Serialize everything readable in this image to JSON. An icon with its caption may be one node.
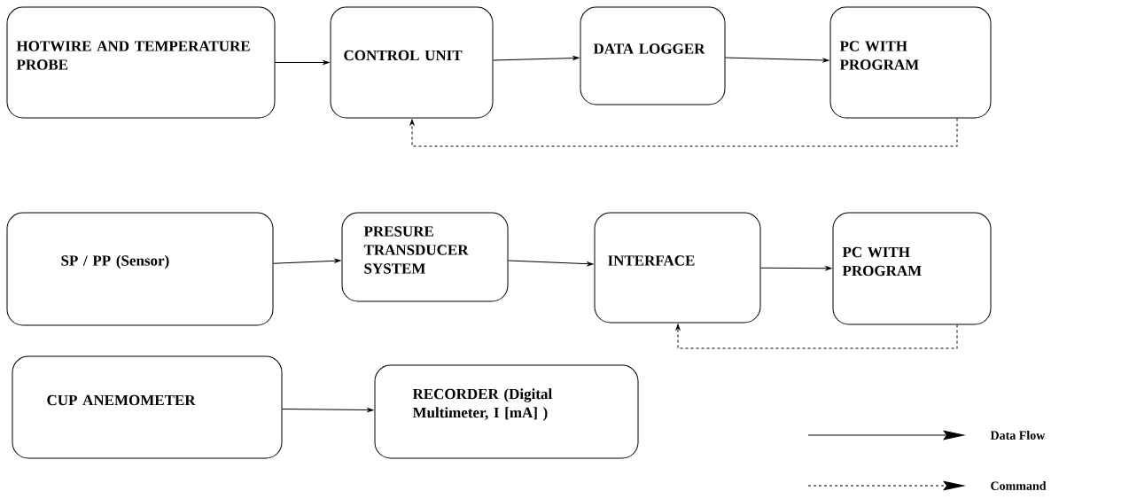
{
  "diagram": {
    "nodes": [
      {
        "text": [
          "HOTWIRE AND TEMPERATURE PROBE"
        ]
      },
      {
        "text": [
          "CONTROL UNIT"
        ]
      },
      {
        "text": [
          "DATA LOGGER"
        ]
      },
      {
        "text": [
          "PC WITH PROGRAM"
        ]
      },
      {
        "text": [
          "SP / PP (Sensor)"
        ]
      },
      {
        "text": [
          "PRESURE TRANSDUCER SYSTEM"
        ]
      },
      {
        "text": [
          "INTERFACE"
        ]
      },
      {
        "text": [
          "PC WITH PROGRAM"
        ]
      },
      {
        "text": [
          "CUP ANEMOMETER"
        ]
      },
      {
        "text": [
          "RECORDER (Digital Multimeter, I [mA] )"
        ]
      }
    ],
    "edges": [
      {
        "from": 0,
        "to": 1,
        "arrow": "to"
      },
      {
        "from": 1,
        "to": 2,
        "arrow": "to"
      },
      {
        "from": 2,
        "to": 3,
        "arrow": "to"
      },
      {
        "from": 3,
        "to": 1,
        "arrow": "to",
        "style": "dashed"
      },
      {
        "from": 4,
        "to": 5,
        "arrow": "to"
      },
      {
        "from": 5,
        "to": 6,
        "arrow": "to"
      },
      {
        "from": 6,
        "to": 7,
        "arrow": "to"
      },
      {
        "from": 7,
        "to": 6,
        "arrow": "to",
        "style": "dashed"
      },
      {
        "from": 8,
        "to": 9,
        "arrow": "to"
      }
    ],
    "legend": [
      {
        "text": "Data Flow"
      },
      {
        "text": "Command"
      }
    ]
  }
}
